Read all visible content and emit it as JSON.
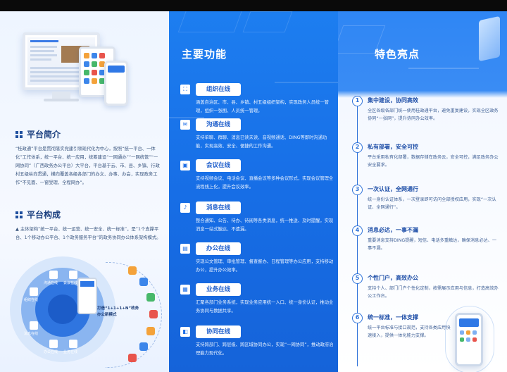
{
  "left": {
    "intro": {
      "title": "平台简介",
      "text": "“桂政通”平台是贯彻落实党建引领现代化为中心，按照“统一平台、一体化”工作体系，统一平台、统一应用，统筹建设“一网通办”“一网统管”“一网协同”（广西政务办公平台）大平台，平台基于云、市、县、乡镇、行政村五级纵向贯通，横向覆盖各级各部门的办文、办事、办会，实现政务工作“不见面、一窗受理、全程网办”。"
    },
    "structure": {
      "title": "平台构成",
      "text": "▲ 主体架构“统一平台、统一运营、统一安全、统一标准”，是“1个支撑平台、1个移动办公平台、1个政务服务平台”的政务协同办公体系架构模式。"
    },
    "rings": {
      "labels": [
        "组织在线",
        "沟通在线",
        "会议在线",
        "消息在线",
        "办公在线",
        "业务在线"
      ],
      "caption": "打造“1+1+1+N”政务办公新模式"
    }
  },
  "middle": {
    "title": "主要功能",
    "features": [
      {
        "label": "组织在线",
        "icon": "org-chart-icon",
        "glyph": "⛶",
        "desc": "涵盖自治区、市、县、乡镇、村五级组织架构，实现政务人员统一管理，组织一张图、人员统一管理。"
      },
      {
        "label": "沟通在线",
        "icon": "chat-icon",
        "glyph": "✉",
        "desc": "支持单聊、群聊、消息已读未读、音视频通话、DING等即时沟通功能，实现高效、安全、便捷的工作沟通。"
      },
      {
        "label": "会议在线",
        "icon": "meeting-icon",
        "glyph": "▣",
        "desc": "支持视频会议、电话会议、直播会议等多种会议形式，实现会议管理全流程线上化，提升会议效率。"
      },
      {
        "label": "消息在线",
        "icon": "bell-icon",
        "glyph": "♪",
        "desc": "整合通知、公告、待办、待阅等各类消息，统一推送、及时提醒，实现消息一站式触达、不遗漏。"
      },
      {
        "label": "办公在线",
        "icon": "briefcase-icon",
        "glyph": "▤",
        "desc": "实现公文管理、审批管理、督查督办、日程管理等办公应用，支持移动办公，提升办公效率。"
      },
      {
        "label": "业务在线",
        "icon": "grid-icon",
        "glyph": "▦",
        "desc": "汇聚各部门业务系统，实现业务应用统一入口、统一身份认证，推动业务协同与数据共享。"
      },
      {
        "label": "协同在线",
        "icon": "collaborate-icon",
        "glyph": "◧",
        "desc": "支持跨部门、跨层级、跨区域协同办公，实现“一网协同”，推动政府治理能力现代化。"
      }
    ]
  },
  "right": {
    "title": "特色亮点",
    "highlights": [
      {
        "num": "1",
        "title": "集中建设，协同高效",
        "desc": "全区各级各部门统一使用桂政通平台，避免重复建设，实现全区政务协同“一张网”，提升协同办公效率。"
      },
      {
        "num": "2",
        "title": "私有部署，安全可控",
        "desc": "平台采用私有化部署，数据存储在政务云，安全可控，满足政务办公安全要求。"
      },
      {
        "num": "3",
        "title": "一次认证，全网通行",
        "desc": "统一身份认证体系，一次登录即可访问全部授权应用，实现“一次认证、全网通行”。"
      },
      {
        "num": "4",
        "title": "消息必达，一事不漏",
        "desc": "重要消息支持DING提醒，短信、电话多重触达，确保消息必达、一事不漏。"
      },
      {
        "num": "5",
        "title": "个性门户，高效办公",
        "desc": "支持个人、部门门户个性化定制，按需展示应用与信息，打造高效办公工作台。"
      },
      {
        "num": "6",
        "title": "统一标准，一体支撑",
        "desc": "统一平台标准与接口规范，支持各类应用快速接入，提供一体化能力支撑。"
      }
    ]
  }
}
